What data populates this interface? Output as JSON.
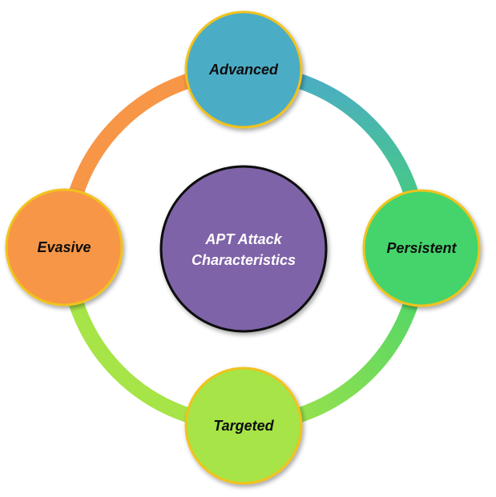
{
  "diagram": {
    "center": {
      "line1": "APT Attack",
      "line2": "Characteristics",
      "color": "#7f64a8"
    },
    "nodes": {
      "advanced": {
        "label": "Advanced",
        "color": "#4bacc6"
      },
      "persistent": {
        "label": "Persistent",
        "color": "#45d46c"
      },
      "targeted": {
        "label": "Targeted",
        "color": "#a6e447"
      },
      "evasive": {
        "label": "Evasive",
        "color": "#f79646"
      }
    },
    "node_outline_color": "#f2c21a",
    "center_outline_color": "#111111"
  }
}
